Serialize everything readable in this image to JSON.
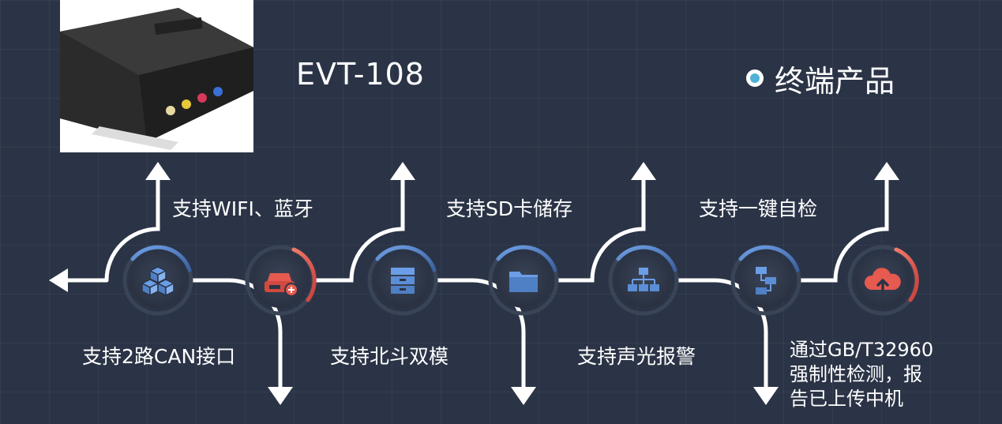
{
  "product": {
    "title": "EVT-108",
    "category_label": "终端产品",
    "photo_icon": "device-photo"
  },
  "features_top": [
    {
      "label": "支持WIFI、蓝牙"
    },
    {
      "label": "支持SD卡储存"
    },
    {
      "label": "支持一键自检"
    }
  ],
  "features_bottom": [
    {
      "label": "支持2路CAN接口"
    },
    {
      "label": "支持北斗双模"
    },
    {
      "label": "支持声光报警"
    }
  ],
  "feature_last": {
    "line1": "通过GB/T32960",
    "line2": "强制性检测，报",
    "line3": "告已上传中机"
  },
  "icons": [
    {
      "name": "cubes-icon",
      "color": "#5b8ed6"
    },
    {
      "name": "car-add-icon",
      "color": "#e65a4f"
    },
    {
      "name": "drawer-icon",
      "color": "#5b8ed6"
    },
    {
      "name": "folder-icon",
      "color": "#5b8ed6"
    },
    {
      "name": "sitemap-icon",
      "color": "#5b8ed6"
    },
    {
      "name": "flowchart-icon",
      "color": "#5b8ed6"
    },
    {
      "name": "cloud-upload-icon",
      "color": "#e65a4f"
    }
  ],
  "colors": {
    "background": "#2b3446",
    "line": "#ffffff",
    "accent_blue": "#5b8ed6",
    "accent_red": "#e65a4f",
    "dot": "#4fb2d6"
  }
}
